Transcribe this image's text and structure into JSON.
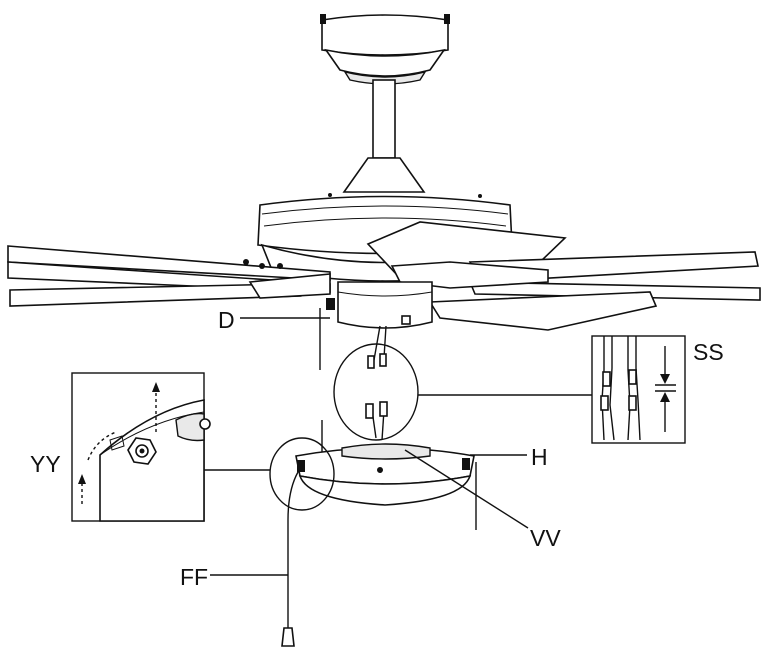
{
  "labels": {
    "d": "D",
    "h": "H",
    "ss": "SS",
    "yy": "YY",
    "vv": "VV",
    "ff": "FF"
  },
  "colors": {
    "line": "#111111",
    "background": "#ffffff",
    "shade": "#e9e9e9"
  }
}
